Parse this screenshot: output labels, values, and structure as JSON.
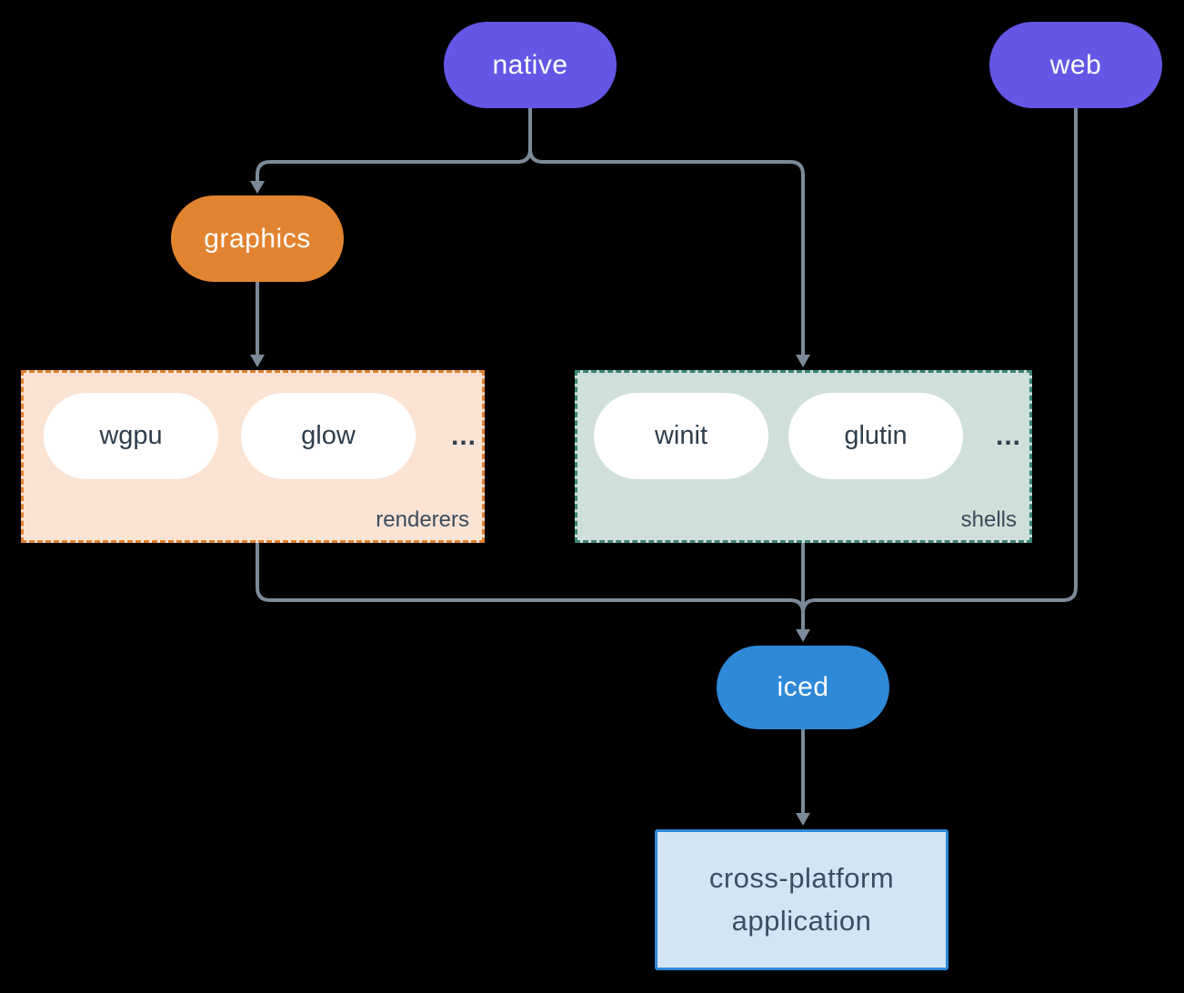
{
  "nodes": {
    "native": {
      "label": "native",
      "color": "#6457e5"
    },
    "web": {
      "label": "web",
      "color": "#6457e5"
    },
    "graphics": {
      "label": "graphics",
      "color": "#e2842f"
    },
    "iced": {
      "label": "iced",
      "color": "#2e89d8"
    },
    "application": {
      "line1": "cross-platform",
      "line2": "application",
      "bg": "#d3e5f5",
      "border": "#2e89d8"
    }
  },
  "groups": {
    "renderers": {
      "label": "renderers",
      "items": [
        "wgpu",
        "glow"
      ],
      "ellipsis": "...",
      "bg": "#fae3d3",
      "border": "#e0812f"
    },
    "shells": {
      "label": "shells",
      "items": [
        "winit",
        "glutin"
      ],
      "ellipsis": "...",
      "bg": "#cfe0da",
      "border": "#3a8577"
    }
  },
  "connector_color": "#7b8a99"
}
